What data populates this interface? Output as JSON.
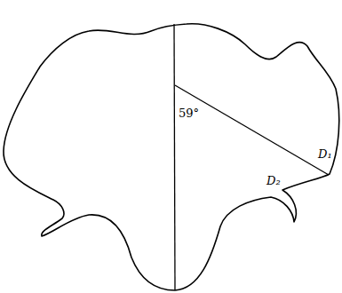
{
  "diagram": {
    "labels": [
      "59°",
      "D₁",
      "D₂"
    ]
  }
}
